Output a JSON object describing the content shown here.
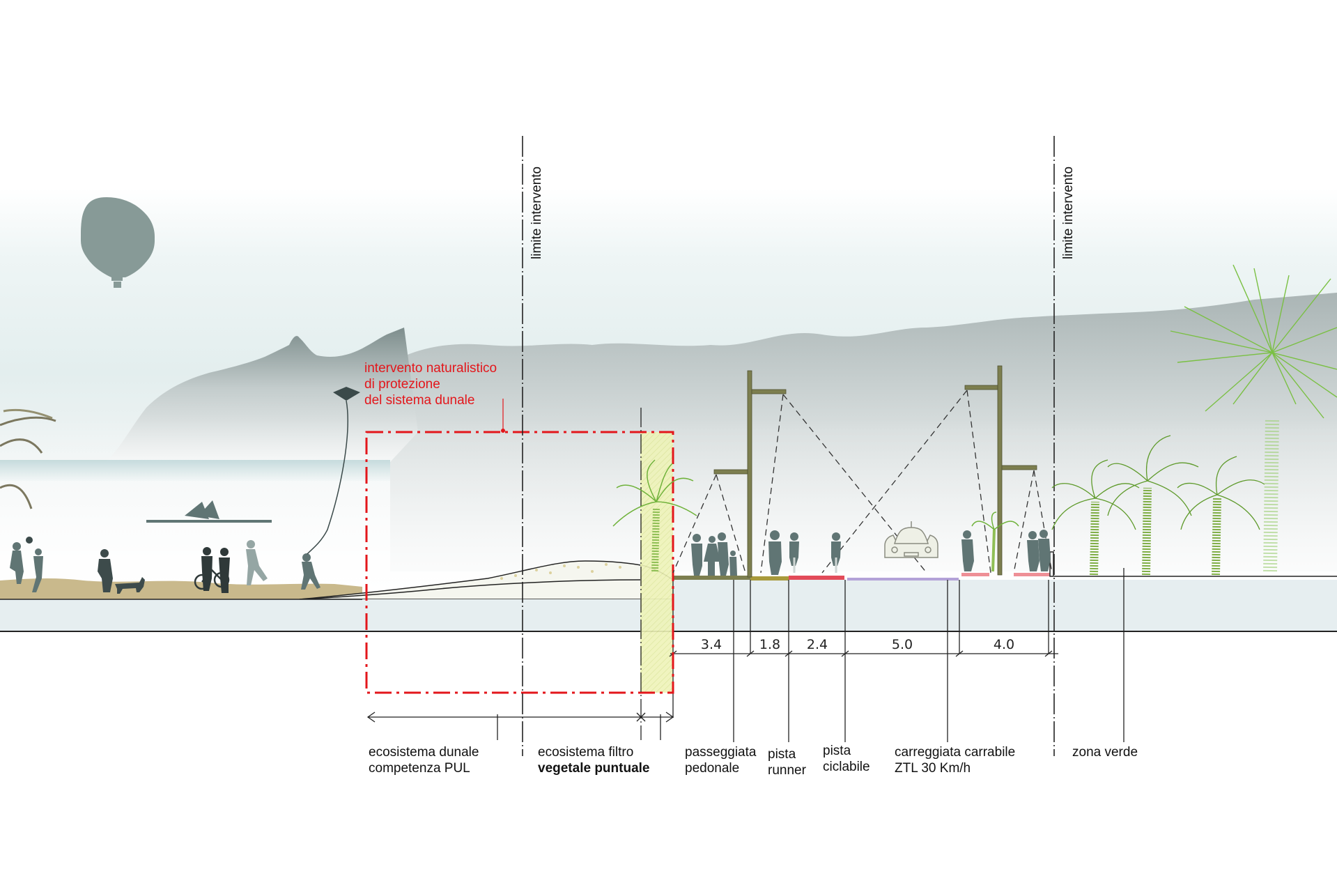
{
  "title": "Sezione trasversale lungomare - intervento naturalistico",
  "colors": {
    "intervention_red": "#e3161b",
    "pole_olive": "#7c7e4f",
    "silhouette": "#5f7472",
    "palm_green": "#6fb23a",
    "filter_yellow": "#eef3b8",
    "sand": "#c9b98c",
    "ground_fill": "#e6eef0",
    "pista_runner": "#a89a3b",
    "pista_ciclabile": "#e24b59",
    "carreggiata": "#b3a2d8",
    "marciapiede_rosa": "#ee8f96"
  },
  "annotations": {
    "intervention_note": {
      "lines": [
        "intervento naturalistico",
        "di protezione",
        "del sistema dunale"
      ]
    },
    "limit_lines": [
      {
        "label": "limite intervento"
      },
      {
        "label": "limite intervento"
      }
    ]
  },
  "dimensions": {
    "unit": "m",
    "segments": [
      {
        "value": "3.4"
      },
      {
        "value": "1.8"
      },
      {
        "value": "2.4"
      },
      {
        "value": "5.0"
      },
      {
        "value": "4.0"
      }
    ]
  },
  "zones": [
    {
      "id": "dunale",
      "line1": "ecosistema dunale",
      "line2": "competenza PUL",
      "bold2": false
    },
    {
      "id": "filtro",
      "line1": "ecosistema filtro",
      "line2": "vegetale puntuale",
      "bold2": true
    },
    {
      "id": "passeggiata",
      "line1": "passeggiata",
      "line2": "pedonale",
      "bold2": false
    },
    {
      "id": "runner",
      "line1": "pista",
      "line2": "runner",
      "bold2": false
    },
    {
      "id": "ciclabile",
      "line1": "pista",
      "line2": "ciclabile",
      "bold2": false
    },
    {
      "id": "carreggiata",
      "line1": "carreggiata carrabile",
      "line2": "ZTL 30 Km/h",
      "bold2": false
    },
    {
      "id": "verde",
      "line1": "zona verde",
      "line2": "",
      "bold2": false
    }
  ],
  "icons": [
    "hot-air-balloon-icon",
    "kite-icon",
    "car-icon",
    "palm-tree-icon",
    "street-lamp-icon",
    "person-silhouette-icon",
    "bicycle-icon",
    "dog-icon",
    "sailboat-icon"
  ]
}
